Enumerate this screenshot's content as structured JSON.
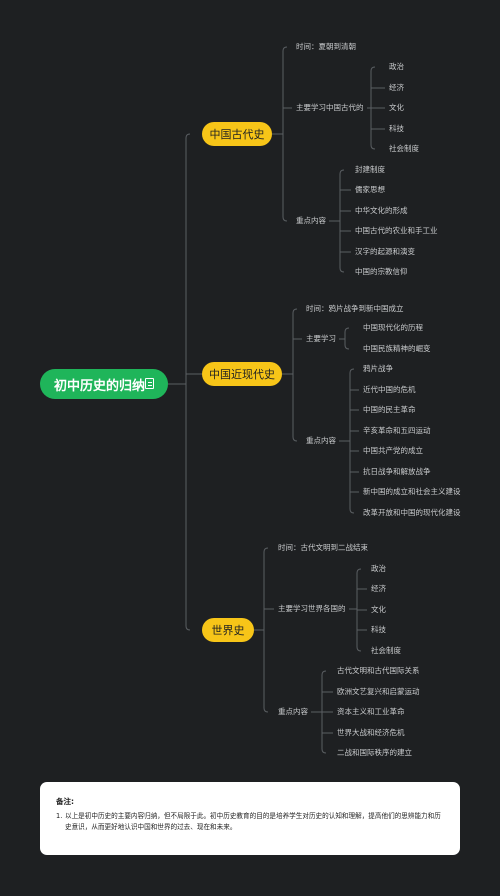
{
  "colors": {
    "background": "#1e2022",
    "root_fill": "#1fb55a",
    "branch_fill": "#f7c518",
    "line": "#5b5f63",
    "text": "#c9cbcd"
  },
  "root": {
    "label": "初中历史的归纳",
    "icon": "note-icon"
  },
  "branches": [
    {
      "label": "中国古代史",
      "time": "时间：夏朝到清朝",
      "study_label": "主要学习中国古代的",
      "study_items": [
        "政治",
        "经济",
        "文化",
        "科技",
        "社会制度"
      ],
      "key_label": "重点内容",
      "key_items": [
        "封建制度",
        "儒家思想",
        "中华文化的形成",
        "中国古代的农业和手工业",
        "汉字的起源和演变",
        "中国的宗教信仰"
      ]
    },
    {
      "label": "中国近现代史",
      "time": "时间：鸦片战争到新中国成立",
      "study_label": "主要学习",
      "study_items": [
        "中国现代化的历程",
        "中国民族精神的崛变"
      ],
      "key_label": "重点内容",
      "key_items": [
        "鸦片战争",
        "近代中国的危机",
        "中国的民主革命",
        "辛亥革命和五四运动",
        "中国共产党的成立",
        "抗日战争和解放战争",
        "新中国的成立和社会主义建设",
        "改革开放和中国的现代化建设"
      ]
    },
    {
      "label": "世界史",
      "time": "时间：古代文明到二战结束",
      "study_label": "主要学习世界各国的",
      "study_items": [
        "政治",
        "经济",
        "文化",
        "科技",
        "社会制度"
      ],
      "key_label": "重点内容",
      "key_items": [
        "古代文明和古代国际关系",
        "欧洲文艺复兴和启蒙运动",
        "资本主义和工业革命",
        "世界大战和经济危机",
        "二战和国际秩序的建立"
      ]
    }
  ],
  "notes": {
    "title": "备注:",
    "items": [
      {
        "num": "1.",
        "text": "以上是初中历史的主要内容归纳，但不局限于此。初中历史教育的目的是培养学生对历史的认知和理解，提高他们的思辨能力和历史意识，从而更好地认识中国和世界的过去、现在和未来。"
      }
    ]
  }
}
